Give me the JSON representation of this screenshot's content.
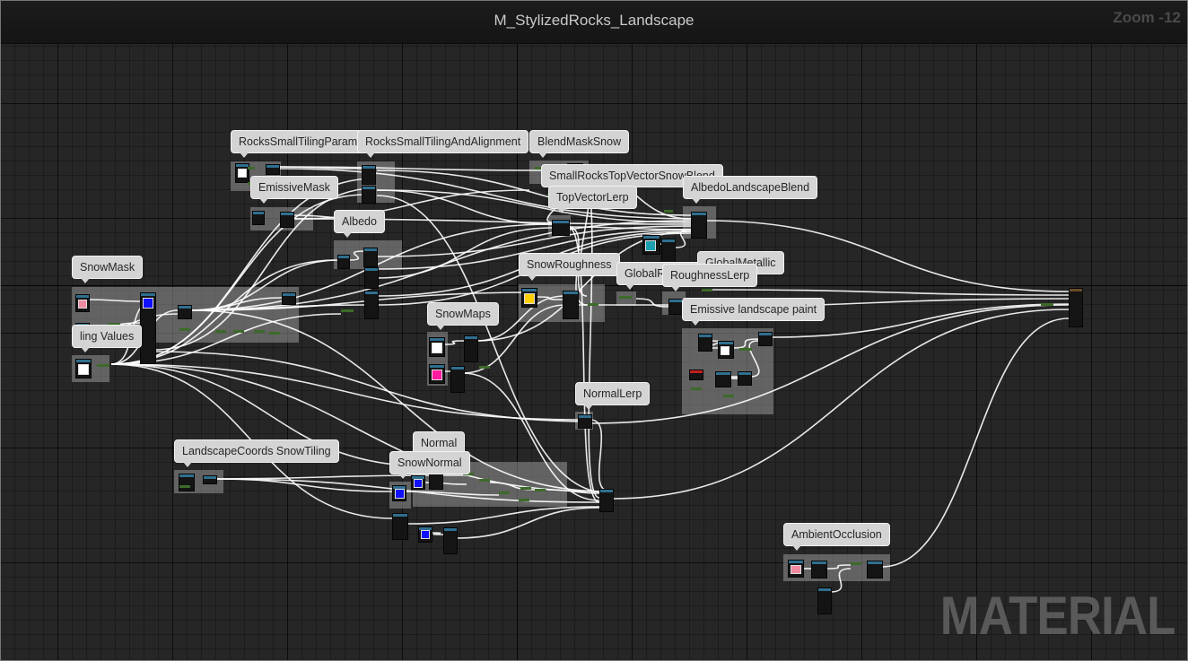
{
  "editor": {
    "title": "M_StylizedRocks_Landscape",
    "zoom_label": "Zoom -12",
    "graph_type_watermark": "MATERIAL"
  },
  "comments": [
    {
      "id": "rocks-small-tiling-parameters",
      "label": "RocksSmallTilingParameters"
    },
    {
      "id": "rocks-small-tiling-and-alignment",
      "label": "RocksSmallTilingAndAlignment"
    },
    {
      "id": "blend-mask-snow",
      "label": "BlendMaskSnow"
    },
    {
      "id": "small-rocks-top-vector-snow-blend",
      "label": "SmallRocksTopVectorSnowBlend"
    },
    {
      "id": "top-vector-lerp",
      "label": "TopVectorLerp"
    },
    {
      "id": "albedo-landscape-blend",
      "label": "AlbedoLandscapeBlend"
    },
    {
      "id": "emissive-mask",
      "label": "EmissiveMask"
    },
    {
      "id": "albedo",
      "label": "Albedo"
    },
    {
      "id": "snow-mask",
      "label": "SnowMask"
    },
    {
      "id": "tiling-values",
      "label": "ling Values"
    },
    {
      "id": "snow-roughness",
      "label": "SnowRoughness"
    },
    {
      "id": "global-roughness",
      "label": "GlobalRoughness"
    },
    {
      "id": "global-metallic",
      "label": "GlobalMetallic"
    },
    {
      "id": "roughness-lerp",
      "label": "RoughnessLerp"
    },
    {
      "id": "emissive-landscape-paint",
      "label": "Emissive landscape paint"
    },
    {
      "id": "snow-maps",
      "label": "SnowMaps"
    },
    {
      "id": "normal-lerp",
      "label": "NormalLerp"
    },
    {
      "id": "landscape-coords-snow-tiling",
      "label": "LandscapeCoords SnowTiling"
    },
    {
      "id": "normal",
      "label": "Normal"
    },
    {
      "id": "snow-normal",
      "label": "SnowNormal"
    },
    {
      "id": "ambient-occlusion",
      "label": "AmbientOcclusion"
    }
  ],
  "colors": {
    "graph_background": "#262626",
    "wire": "#ffffff",
    "comment_fill": "#969696",
    "comment_label_bg": "#d4d4d4",
    "node_body": "#141414",
    "pin_float": "#3c6a2a",
    "swatch_pink": "#f08aa0",
    "swatch_blue": "#1010ff",
    "swatch_magenta": "#ff1aa0",
    "swatch_yellow": "#ffd000",
    "swatch_cyan": "#1aa0b0",
    "swatch_red": "#c02020"
  }
}
